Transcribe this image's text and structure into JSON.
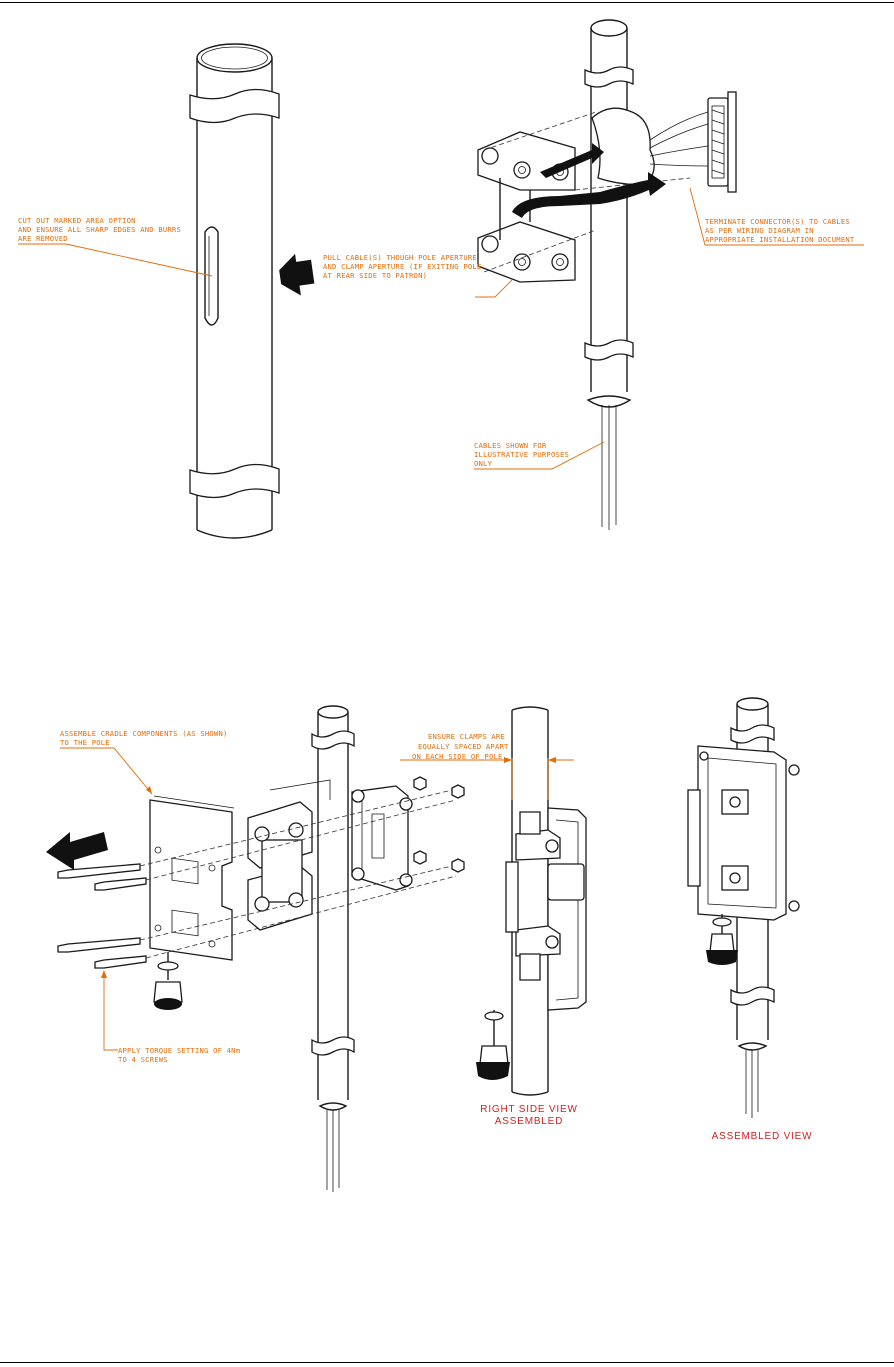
{
  "notes": {
    "cut_out": [
      "CUT OUT MARKED AREA OPTION",
      "AND ENSURE ALL SHARP EDGES AND BURRS",
      "ARE REMOVED"
    ],
    "pull_cables": [
      "PULL CABLE(S) THOUGH POLE APERTURE",
      "AND CLAMP APERTURE (IF EXITING POLE",
      "AT REAR SIDE TO PATRON)"
    ],
    "terminate": [
      "TERMINATE CONNECTOR(S) TO CABLES",
      "AS PER WIRING DIAGRAM IN",
      "APPROPRIATE INSTALLATION DOCUMENT"
    ],
    "cables_shown": [
      "CABLES SHOWN FOR",
      "ILLUSTRATIVE PURPOSES",
      "ONLY"
    ],
    "assemble": [
      "ASSEMBLE CRADLE COMPONENTS (AS SHOWN)",
      "TO THE POLE"
    ],
    "ensure_clamps": [
      "ENSURE CLAMPS ARE",
      "EQUALLY SPACED APART",
      "ON EACH SIDE OF POLE"
    ],
    "torque": [
      "APPLY TORQUE SETTING OF 4Nm",
      "TO 4 SCREWS"
    ]
  },
  "view_labels": {
    "right_side": [
      "RIGHT SIDE VIEW",
      "ASSEMBLED"
    ],
    "assembled": "ASSEMBLED VIEW"
  },
  "colors": {
    "note": "#e36c0a",
    "view_label": "#d21f1f",
    "line": "#1a1a1a"
  }
}
